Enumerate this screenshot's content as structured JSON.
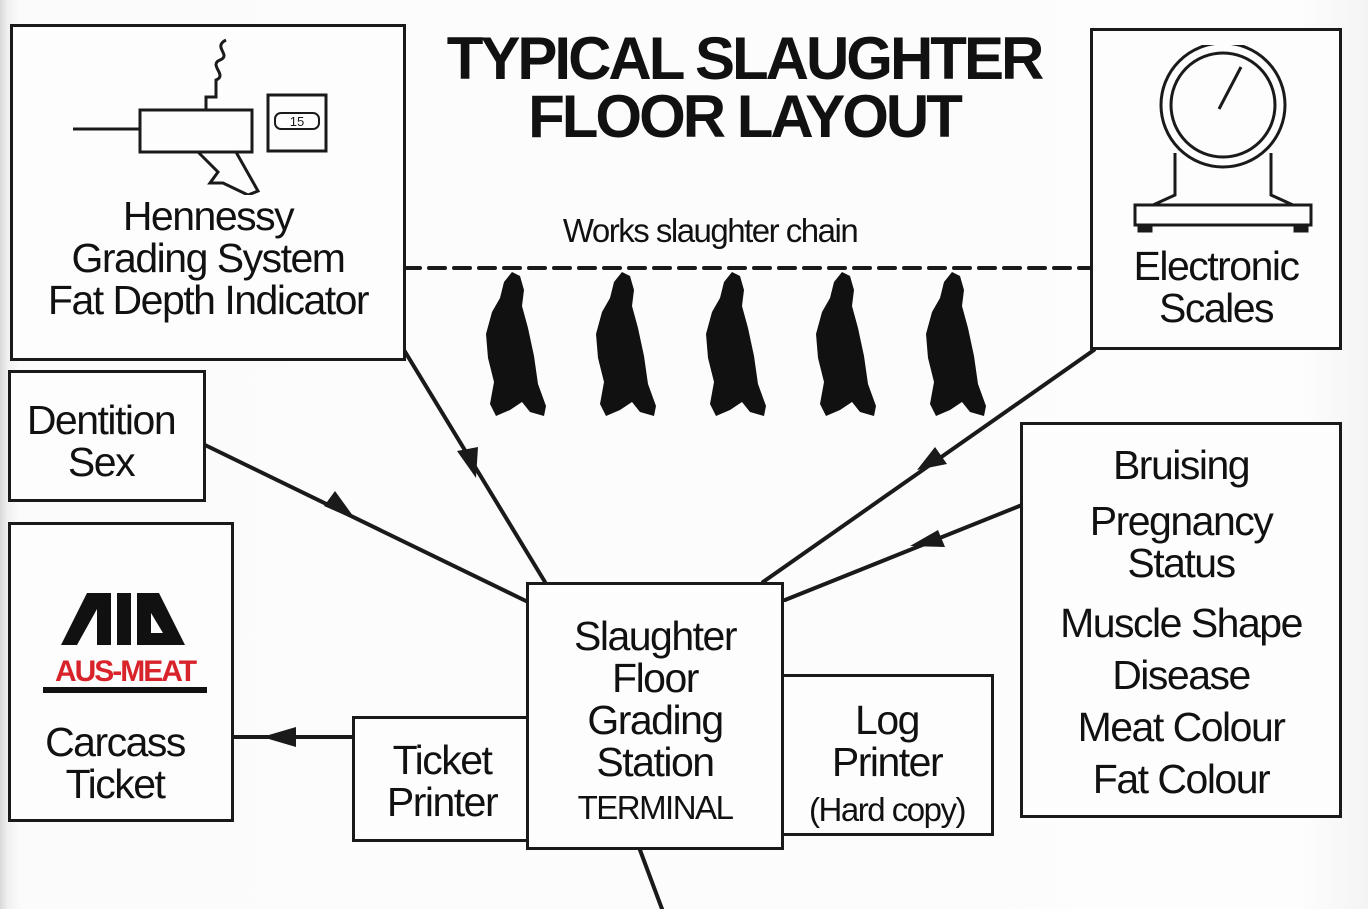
{
  "title": {
    "line1": "TYPICAL SLAUGHTER",
    "line2": "FLOOR LAYOUT"
  },
  "hennessy": {
    "readout": "15",
    "line1": "Hennessy",
    "line2": "Grading System",
    "line3": "Fat Depth Indicator"
  },
  "chain": {
    "label": "Works slaughter chain",
    "carcass_count": 5
  },
  "scales": {
    "line1": "Electronic",
    "line2": "Scales"
  },
  "dentition": {
    "line1": "Dentition",
    "line2": "Sex"
  },
  "attributes": {
    "items": [
      "Bruising",
      "Pregnancy",
      "Status",
      "Muscle Shape",
      "Disease",
      "Meat Colour",
      "Fat Colour"
    ]
  },
  "ticket": {
    "logo_text": "AUS-MEAT",
    "line1": "Carcass",
    "line2": "Ticket"
  },
  "ticket_printer": {
    "line1": "Ticket",
    "line2": "Printer"
  },
  "station": {
    "line1": "Slaughter",
    "line2": "Floor",
    "line3": "Grading",
    "line4": "Station",
    "line5": "TERMINAL"
  },
  "log_printer": {
    "line1": "Log",
    "line2": "Printer",
    "line3": "(Hard copy)"
  },
  "colors": {
    "ink": "#1a1a1a",
    "logo_red": "#d8232a"
  }
}
